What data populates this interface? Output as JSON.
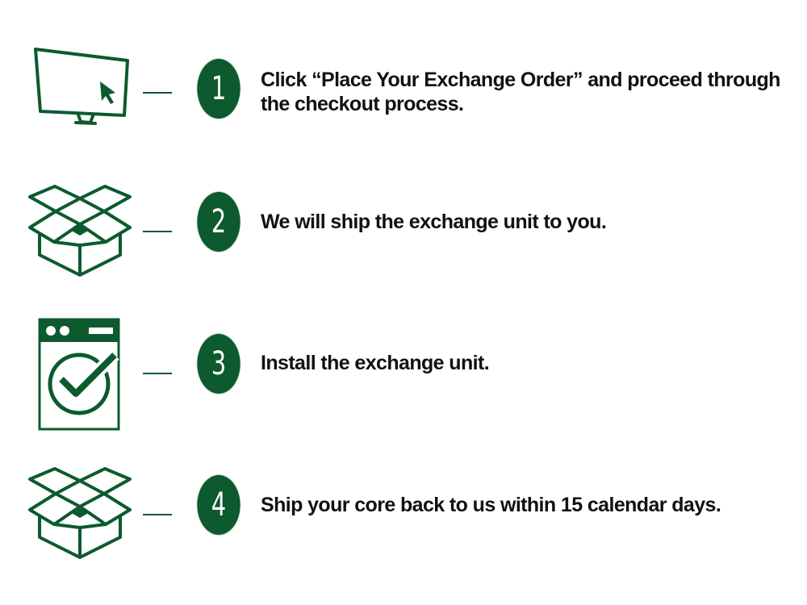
{
  "colors": {
    "accent": "#0c5a2e",
    "text": "#111111",
    "background": "#ffffff"
  },
  "steps": [
    {
      "number": "1",
      "icon": "monitor-cursor-icon",
      "text": "Click “Place Your Exchange Order” and proceed through the checkout process."
    },
    {
      "number": "2",
      "icon": "open-box-icon",
      "text": "We will ship the exchange unit to you."
    },
    {
      "number": "3",
      "icon": "appliance-checkmark-icon",
      "text": "Install the exchange unit."
    },
    {
      "number": "4",
      "icon": "open-box-icon",
      "text": "Ship your core back to us within 15 calendar days."
    }
  ]
}
